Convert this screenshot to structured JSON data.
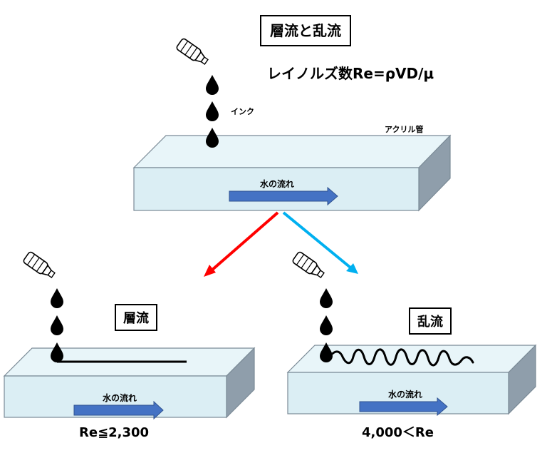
{
  "title": "層流と乱流",
  "formula": "レイノルズ数Re=ρVD/μ",
  "ink_label": "インク",
  "pipe_label": "アクリル管",
  "flow_label": "水の流れ",
  "laminar": {
    "label": "層流",
    "condition": "Re≦2,300"
  },
  "turbulent": {
    "label": "乱流",
    "condition": "4,000＜Re"
  },
  "colors": {
    "pipe_front": "#dbeef4",
    "pipe_top": "#e8f5f9",
    "pipe_side": "#8f9eab",
    "flow_arrow": "#4472c4",
    "arrow_laminar": "#ff0000",
    "arrow_turbulent": "#00b0f0"
  },
  "icons": [
    "bottle-icon",
    "ink-drop-icon"
  ]
}
